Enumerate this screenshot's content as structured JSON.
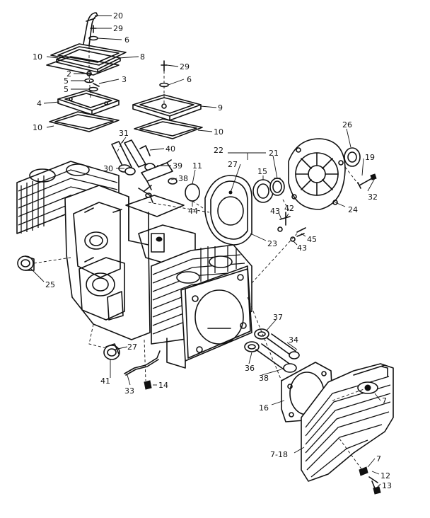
{
  "diagram": {
    "callouts": {
      "c20": "20",
      "c29a": "29",
      "c6a": "6",
      "c10a": "10",
      "c8": "8",
      "c29b": "29",
      "c6b": "6",
      "c2": "2",
      "c5a": "5",
      "c3": "3",
      "c5b": "5",
      "c4": "4",
      "c9": "9",
      "c10b": "10",
      "c10c": "10",
      "c31": "31",
      "c40": "40",
      "c26": "26",
      "c22": "22",
      "c21": "21",
      "c27a": "27",
      "c19": "19",
      "c30": "30",
      "c39": "39",
      "c11": "11",
      "c15": "15",
      "c38a": "38",
      "c32": "32",
      "c44": "44",
      "c24": "24",
      "c43a": "43",
      "c42": "42",
      "c45": "45",
      "c23": "23",
      "c43b": "43",
      "c25": "25",
      "c37": "37",
      "c34": "34",
      "c27b": "27",
      "c36": "36",
      "c38b": "38",
      "c41": "41",
      "c33": "33",
      "c14": "14",
      "c16": "16",
      "c7a": "7",
      "c718": "7-18",
      "c7b": "7",
      "c12": "12",
      "c13": "13"
    }
  }
}
